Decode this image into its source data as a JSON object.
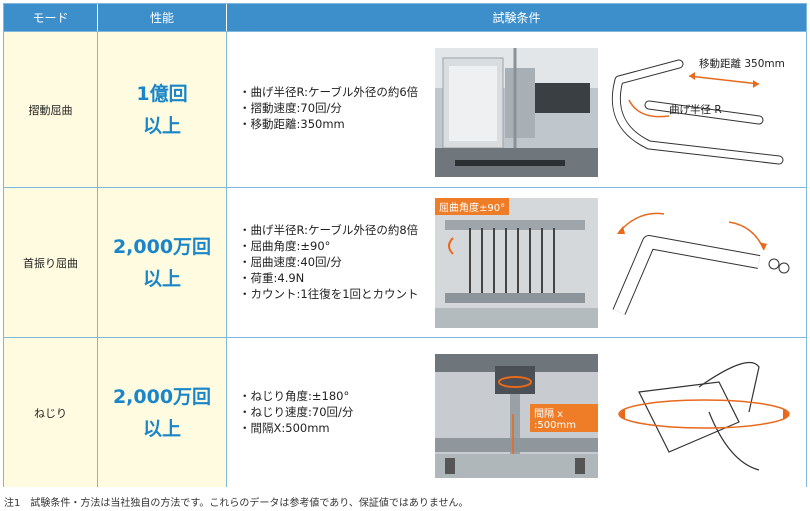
{
  "header": {
    "mode": "モード",
    "performance": "性能",
    "conditions": "試験条件"
  },
  "rows": [
    {
      "mode": "摺動屈曲",
      "perf_line1": "1億回",
      "perf_line2": "以上",
      "conditions": [
        "・曲げ半径R:ケーブル外径の約6倍",
        "・摺動速度:70回/分",
        "・移動距離:350mm"
      ],
      "diagram_label_distance": "移動距離 350mm",
      "diagram_label_radius": "曲げ半径 R"
    },
    {
      "mode": "首振り屈曲",
      "perf_line1": "2,000万回",
      "perf_line2": "以上",
      "conditions": [
        "・曲げ半径R:ケーブル外径の約8倍",
        "・屈曲角度:±90°",
        "・屈曲速度:40回/分",
        "・荷重:4.9N",
        "・カウント:1往復を1回とカウント"
      ],
      "photo_tag": "屈曲角度±90°"
    },
    {
      "mode": "ねじり",
      "perf_line1": "2,000万回",
      "perf_line2": "以上",
      "conditions": [
        "・ねじり角度:±180°",
        "・ねじり速度:70回/分",
        "・間隔X:500mm"
      ],
      "photo_tag": "間隔 x :500mm"
    }
  ],
  "note": "注1　試験条件・方法は当社独自の方法です。これらのデータは参考値であり、保証値ではありません。",
  "colors": {
    "header_bg": "#3d8fcb",
    "perf_text": "#1a86c9",
    "row_bg": "#fefbe0",
    "tag_bg": "#ef7d28",
    "arrow": "#e8691c"
  }
}
